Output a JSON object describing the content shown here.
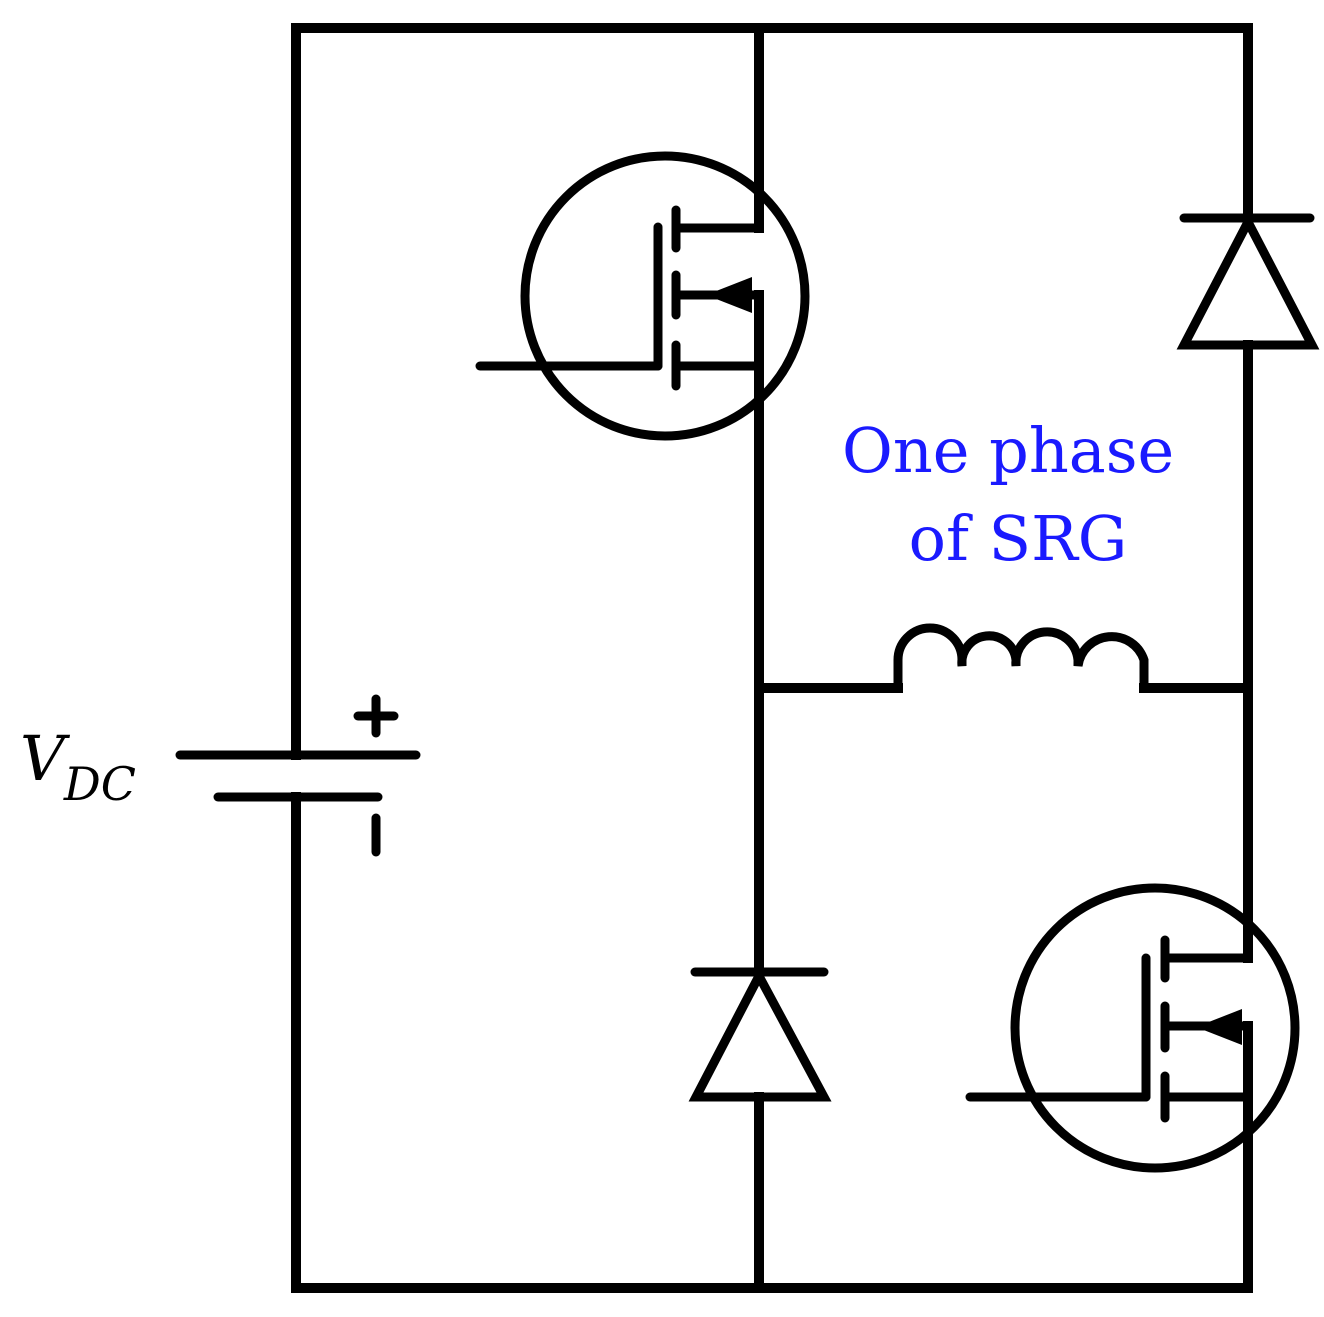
{
  "diagram": {
    "source_label": {
      "main": "V",
      "subscript": "DC"
    },
    "battery": {
      "positive_symbol": "+",
      "negative_symbol": "-"
    },
    "winding_label": {
      "line1": "One phase",
      "line2": "of SRG"
    }
  },
  "colors": {
    "wire": "#000000",
    "winding_label": "#1a1aff"
  },
  "components": [
    {
      "kind": "dc-source",
      "name": "battery"
    },
    {
      "kind": "mosfet",
      "name": "upper-switch"
    },
    {
      "kind": "diode",
      "name": "upper-freewheel-diode"
    },
    {
      "kind": "inductor",
      "name": "phase-winding"
    },
    {
      "kind": "diode",
      "name": "lower-freewheel-diode"
    },
    {
      "kind": "mosfet",
      "name": "lower-switch"
    }
  ]
}
